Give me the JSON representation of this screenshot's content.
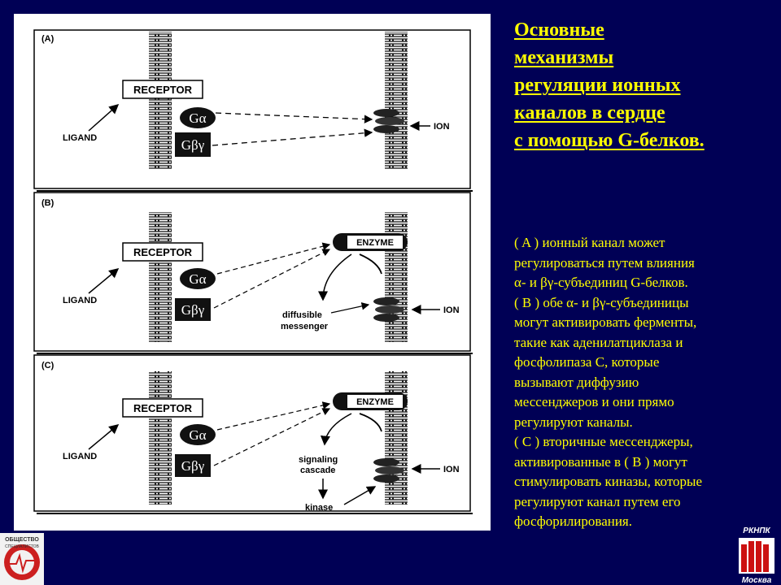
{
  "slide": {
    "title_lines": [
      "Основные",
      "механизмы",
      "регуляции ионных",
      "каналов в сердце",
      "с помощью G-белков."
    ],
    "description_lines": [
      "( A ) ионный канал может",
      "регулироваться путем влияния",
      "α- и  βγ-субъединиц G-белков.",
      "( B ) обе α- и  βγ-субъединицы",
      "могут активировать ферменты,",
      "такие как аденилатциклаза и",
      "фосфолипаза С, которые",
      "вызывают диффузию",
      "мессенджеров и они прямо",
      "регулируют каналы.",
      "( C )  вторичные мессенджеры,",
      "активированные в ( B ) могут",
      "стимулировать киназы, которые",
      "регулируют канал путем его",
      "фосфорилирования."
    ],
    "colors": {
      "background": "#000055",
      "text": "#ffff00",
      "figure_bg": "#ffffff"
    }
  },
  "figure": {
    "panel_a": {
      "label": "(A)",
      "receptor": "RECEPTOR",
      "ligand": "LIGAND",
      "ion": "ION",
      "galpha": "Gα",
      "gbg": "Gβγ"
    },
    "panel_b": {
      "label": "(B)",
      "receptor": "RECEPTOR",
      "ligand": "LIGAND",
      "ion": "ION",
      "galpha": "Gα",
      "gbg": "Gβγ",
      "enzyme": "ENZYME",
      "messenger_line1": "diffusible",
      "messenger_line2": "messenger"
    },
    "panel_c": {
      "label": "(C)",
      "receptor": "RECEPTOR",
      "ligand": "LIGAND",
      "ion": "ION",
      "galpha": "Gα",
      "gbg": "Gβγ",
      "enzyme": "ENZYME",
      "cascade_line1": "signaling",
      "cascade_line2": "cascade",
      "kinase": "kinase"
    }
  },
  "logos": {
    "left_line1": "ОБЩЕСТВО",
    "left_line2": "СПЕЦИАЛИСТОВ",
    "right_top": "РКНПК",
    "right_bottom": "Москва"
  }
}
